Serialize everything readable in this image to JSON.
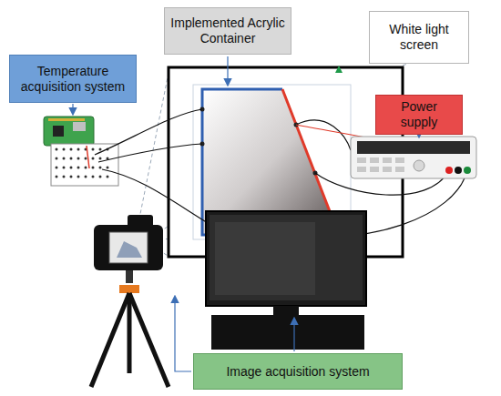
{
  "diagram": {
    "nodes": [
      {
        "text": [
          "Implemented Acrylic Container"
        ]
      },
      {
        "text": [
          "White light screen"
        ]
      },
      {
        "text": [
          "Temperature acquisition system"
        ]
      },
      {
        "text": [
          "Power supply"
        ]
      },
      {
        "text": [
          "Image acquisition system"
        ]
      }
    ]
  }
}
